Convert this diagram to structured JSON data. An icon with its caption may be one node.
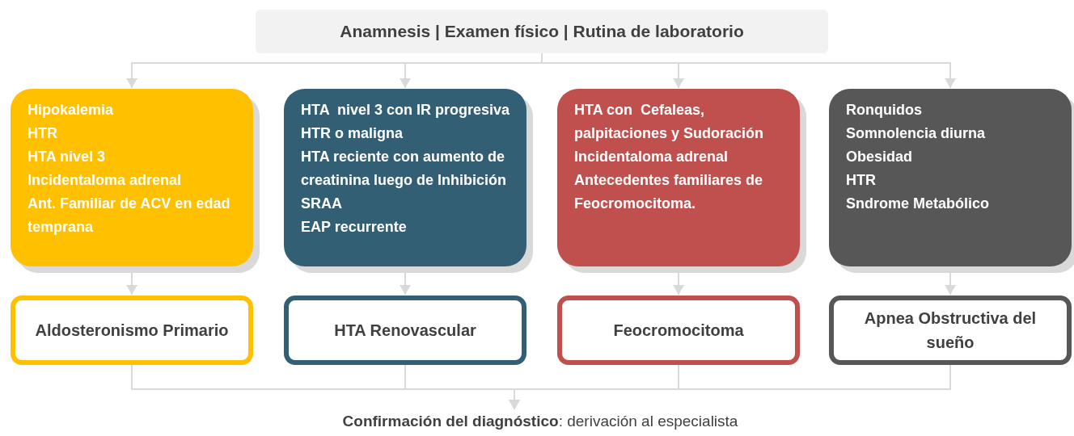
{
  "diagram": {
    "nodes": [
      {
        "text": [
          "Anamnesis | Examen físico | Rutina de laboratorio"
        ]
      },
      {
        "text": [
          "Hipokalemia",
          "HTR",
          "HTA nivel 3",
          "Incidentaloma adrenal",
          "Ant. Familiar de ACV en edad temprana"
        ]
      },
      {
        "text": [
          "HTA  nivel 3 con IR progresiva",
          "HTR o maligna",
          "HTA reciente con aumento de creatinina luego de Inhibición SRAA",
          "EAP recurrente"
        ]
      },
      {
        "text": [
          "HTA con  Cefaleas, palpitaciones y Sudoración",
          "Incidentaloma adrenal",
          "Antecedentes familiares de Feocromocitoma."
        ]
      },
      {
        "text": [
          "Ronquidos",
          "Somnolencia diurna",
          "Obesidad",
          "HTR",
          "Sndrome Metabólico"
        ]
      },
      {
        "text": [
          "Aldosteronismo Primario"
        ]
      },
      {
        "text": [
          "HTA Renovascular"
        ]
      },
      {
        "text": [
          "Feocromocitoma"
        ]
      },
      {
        "text": [
          "Apnea Obstructiva del sueño"
        ]
      },
      {
        "text": [
          "**Confirmación del diagnóstico**: derivación al especialista"
        ]
      }
    ],
    "edges": [
      {
        "from": 0,
        "to": 1,
        "arrow": "to"
      },
      {
        "from": 0,
        "to": 2,
        "arrow": "to"
      },
      {
        "from": 0,
        "to": 3,
        "arrow": "to"
      },
      {
        "from": 0,
        "to": 4,
        "arrow": "to"
      },
      {
        "from": 1,
        "to": 5,
        "arrow": "to"
      },
      {
        "from": 2,
        "to": 6,
        "arrow": "to"
      },
      {
        "from": 3,
        "to": 7,
        "arrow": "to"
      },
      {
        "from": 4,
        "to": 8,
        "arrow": "to"
      },
      {
        "from": 5,
        "to": 9,
        "arrow": "to"
      },
      {
        "from": 6,
        "to": 9,
        "arrow": "to"
      },
      {
        "from": 7,
        "to": 9,
        "arrow": "to"
      },
      {
        "from": 8,
        "to": 9,
        "arrow": "to"
      }
    ]
  }
}
